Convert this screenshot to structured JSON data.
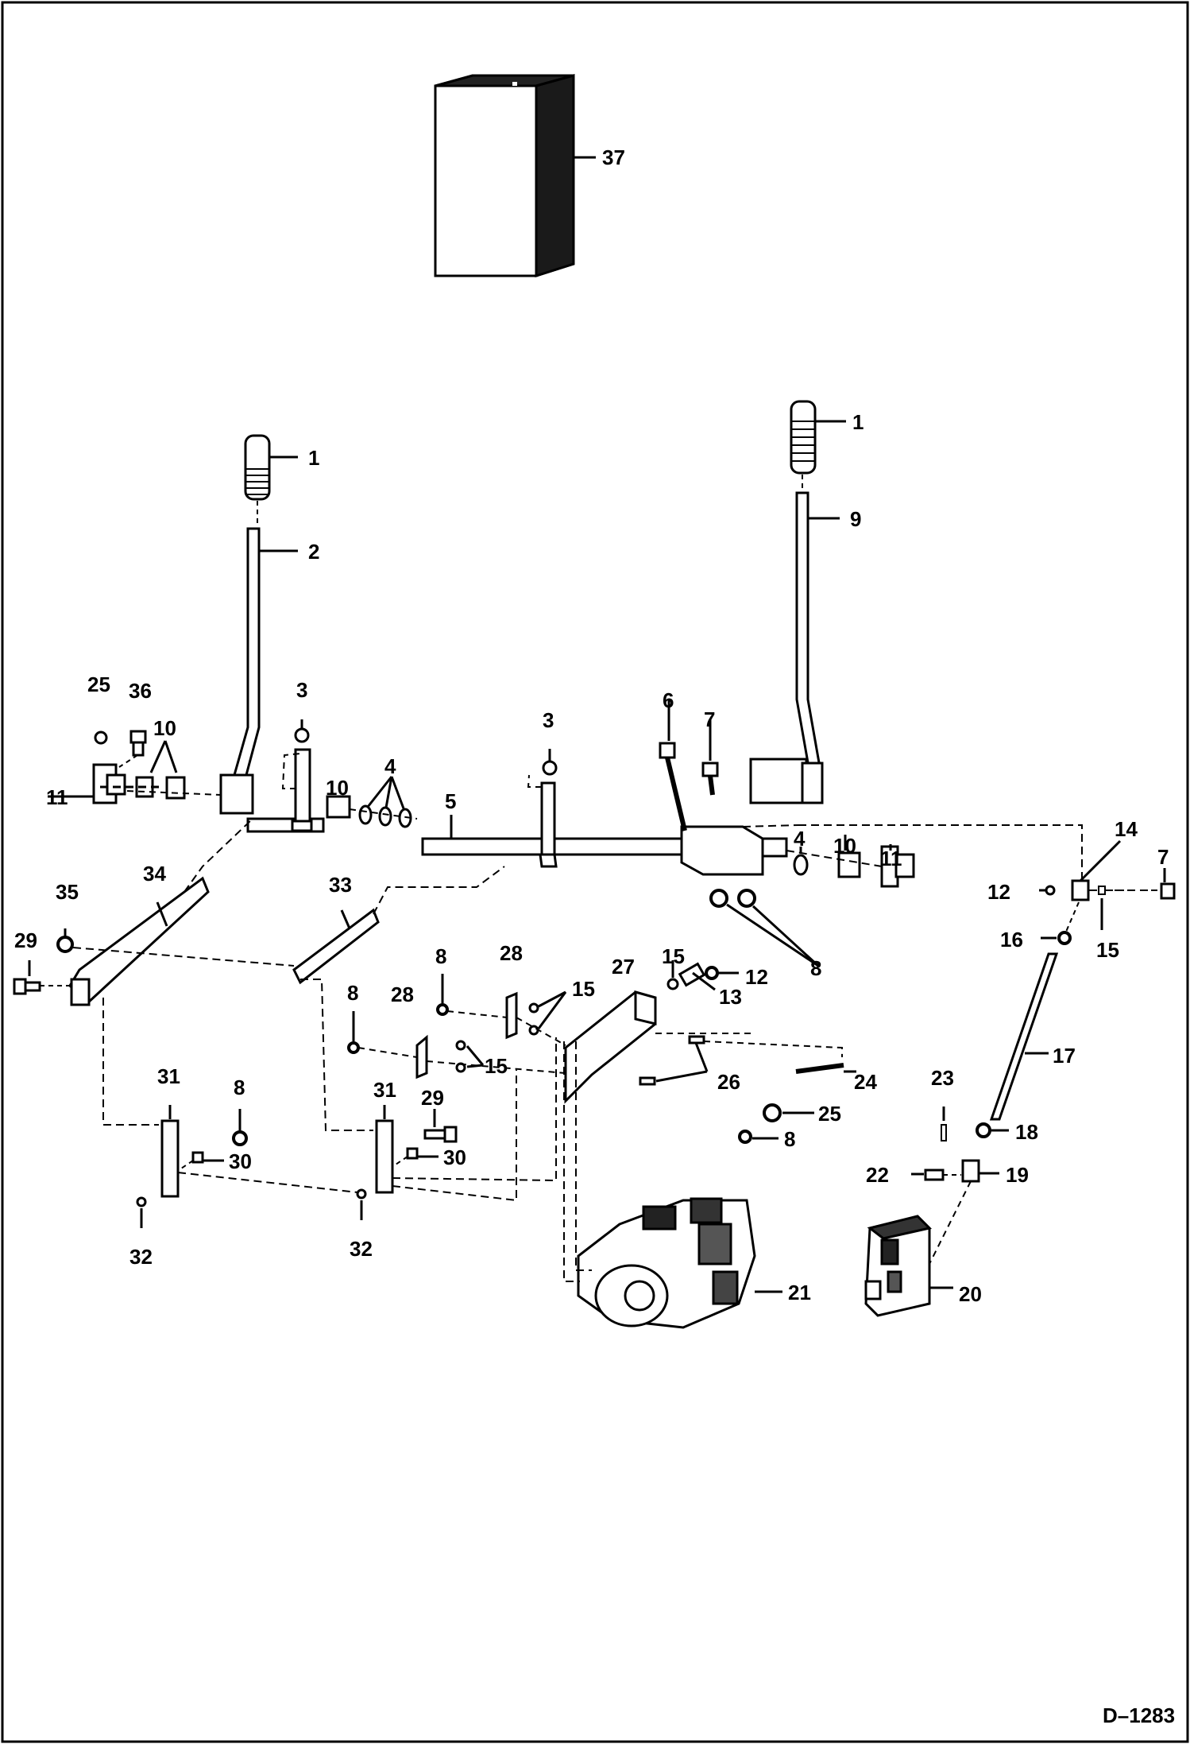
{
  "diagram": {
    "drawing_number": "D–1283",
    "callouts": [
      {
        "id": "c37",
        "text": "37"
      },
      {
        "id": "c1a",
        "text": "1"
      },
      {
        "id": "c1b",
        "text": "1"
      },
      {
        "id": "c2",
        "text": "2"
      },
      {
        "id": "c9",
        "text": "9"
      },
      {
        "id": "c25a",
        "text": "25"
      },
      {
        "id": "c36",
        "text": "36"
      },
      {
        "id": "c10a",
        "text": "10"
      },
      {
        "id": "c11a",
        "text": "11"
      },
      {
        "id": "c3a",
        "text": "3"
      },
      {
        "id": "c10b",
        "text": "10"
      },
      {
        "id": "c4a",
        "text": "4"
      },
      {
        "id": "c5",
        "text": "5"
      },
      {
        "id": "c3b",
        "text": "3"
      },
      {
        "id": "c6",
        "text": "6"
      },
      {
        "id": "c7a",
        "text": "7"
      },
      {
        "id": "c4b",
        "text": "4"
      },
      {
        "id": "c10c",
        "text": "10"
      },
      {
        "id": "c11b",
        "text": "11"
      },
      {
        "id": "c14",
        "text": "14"
      },
      {
        "id": "c7b",
        "text": "7"
      },
      {
        "id": "c12a",
        "text": "12"
      },
      {
        "id": "c15a",
        "text": "15"
      },
      {
        "id": "c16",
        "text": "16"
      },
      {
        "id": "c34",
        "text": "34"
      },
      {
        "id": "c35",
        "text": "35"
      },
      {
        "id": "c33",
        "text": "33"
      },
      {
        "id": "c29a",
        "text": "29"
      },
      {
        "id": "c8a",
        "text": "8"
      },
      {
        "id": "c28a",
        "text": "28"
      },
      {
        "id": "c27",
        "text": "27"
      },
      {
        "id": "c15b",
        "text": "15"
      },
      {
        "id": "c12b",
        "text": "12"
      },
      {
        "id": "c8b",
        "text": "8"
      },
      {
        "id": "c13",
        "text": "13"
      },
      {
        "id": "c15c",
        "text": "15"
      },
      {
        "id": "c28b",
        "text": "28"
      },
      {
        "id": "c8c",
        "text": "8"
      },
      {
        "id": "c15d",
        "text": "15"
      },
      {
        "id": "c26",
        "text": "26"
      },
      {
        "id": "c24",
        "text": "24"
      },
      {
        "id": "c17",
        "text": "17"
      },
      {
        "id": "c31a",
        "text": "31"
      },
      {
        "id": "c8d",
        "text": "8"
      },
      {
        "id": "c31b",
        "text": "31"
      },
      {
        "id": "c29b",
        "text": "29"
      },
      {
        "id": "c25b",
        "text": "25"
      },
      {
        "id": "c8e",
        "text": "8"
      },
      {
        "id": "c23",
        "text": "23"
      },
      {
        "id": "c18",
        "text": "18"
      },
      {
        "id": "c30a",
        "text": "30"
      },
      {
        "id": "c30b",
        "text": "30"
      },
      {
        "id": "c22",
        "text": "22"
      },
      {
        "id": "c19",
        "text": "19"
      },
      {
        "id": "c32a",
        "text": "32"
      },
      {
        "id": "c32b",
        "text": "32"
      },
      {
        "id": "c21",
        "text": "21"
      },
      {
        "id": "c20",
        "text": "20"
      }
    ]
  }
}
